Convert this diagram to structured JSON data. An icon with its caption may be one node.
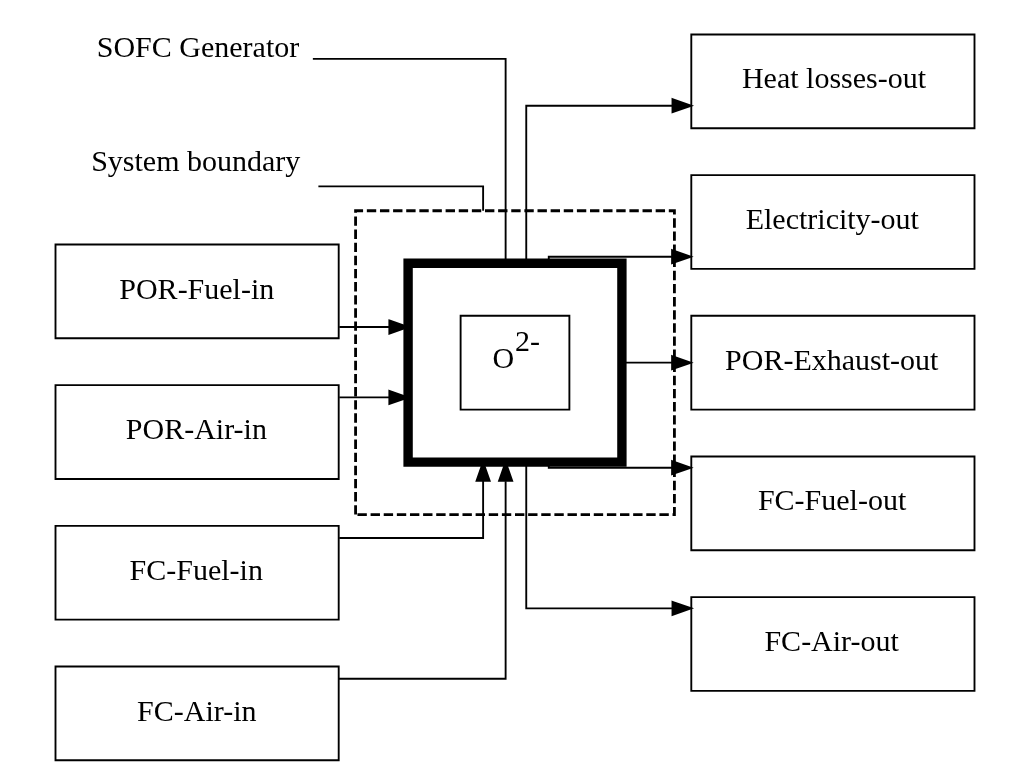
{
  "diagram": {
    "nodes": [
      {
        "text": [
          "SOFC Generator"
        ]
      },
      {
        "text": [
          "System boundary"
        ]
      },
      {
        "text": [],
        "shape": "box"
      },
      {
        "text": [],
        "shape": "box",
        "in": 2
      },
      {
        "text": [
          "O$^{2-}$"
        ],
        "in": 3
      },
      {
        "text": [
          "POR-Fuel-in"
        ]
      },
      {
        "text": [
          "POR-Air-in"
        ]
      },
      {
        "text": [
          "FC-Fuel-in"
        ]
      },
      {
        "text": [
          "FC-Air-in"
        ]
      },
      {
        "text": [
          "Heat losses-out"
        ]
      },
      {
        "text": [
          "Electricity-out"
        ]
      },
      {
        "text": [
          "POR-Exhaust-out"
        ]
      },
      {
        "text": [
          "FC-Fuel-out"
        ]
      },
      {
        "text": [
          "FC-Air-out"
        ]
      }
    ],
    "edges": [
      {
        "from": 0,
        "to": 3,
        "arrow": "none"
      },
      {
        "from": 1,
        "to": 2,
        "arrow": "none"
      },
      {
        "from": 5,
        "to": 3,
        "arrow": "to"
      },
      {
        "from": 6,
        "to": 3,
        "arrow": "to"
      },
      {
        "from": 7,
        "to": 3,
        "arrow": "to"
      },
      {
        "from": 8,
        "to": 3,
        "arrow": "to"
      },
      {
        "from": 3,
        "to": 9,
        "arrow": "to"
      },
      {
        "from": 3,
        "to": 10,
        "arrow": "to"
      },
      {
        "from": 3,
        "to": 11,
        "arrow": "to"
      },
      {
        "from": 3,
        "to": 12,
        "arrow": "to"
      },
      {
        "from": 3,
        "to": 13,
        "arrow": "to"
      }
    ]
  }
}
